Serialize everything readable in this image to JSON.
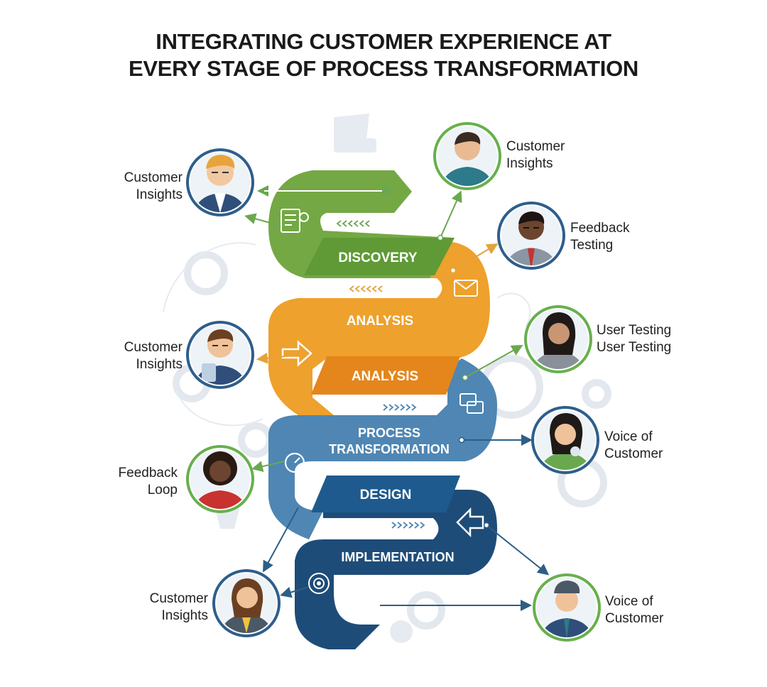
{
  "title": {
    "line1": "INTEGRATING CUSTOMER EXPERIENCE AT",
    "line2": "EVERY STAGE OF PROCESS TRANSFORMATION"
  },
  "stages": {
    "discovery": "DISCOVERY",
    "analysis_1": "ANALYSIS",
    "analysis_2": "ANALYSIS",
    "process_1": "PROCESS",
    "process_2": "TRANSFORMATION",
    "design": "DESIGN",
    "implementation": "IMPLEMENTATION"
  },
  "colors": {
    "green": "#74a844",
    "orange": "#eea12c",
    "light_blue": "#4f86b3",
    "navy": "#1e4c78",
    "avatar_ring": "#2e5e8c",
    "avatar_ring_green": "#67b04d"
  },
  "people": {
    "left_1": {
      "line1": "Customer",
      "line2": "Insights"
    },
    "right_1": {
      "line1": "Customer",
      "line2": "Insights"
    },
    "right_2": {
      "line1": "Feedback",
      "line2": "Testing"
    },
    "left_2": {
      "line1": "Customer",
      "line2": "Insights"
    },
    "right_3": {
      "line1": "User Testing",
      "line2": "User Testing"
    },
    "right_4": {
      "line1": "Voice of",
      "line2": "Customer"
    },
    "left_3": {
      "line1": "Feedback",
      "line2": "Loop"
    },
    "left_4": {
      "line1": "Customer",
      "line2": "Insights"
    },
    "right_5": {
      "line1": "Voice of",
      "line2": "Customer"
    }
  },
  "icons": [
    "document-icon",
    "email-icon",
    "arrow-right-icon",
    "chat-icon",
    "gauge-icon",
    "back-arrow-icon",
    "target-icon",
    "gear-icon"
  ]
}
